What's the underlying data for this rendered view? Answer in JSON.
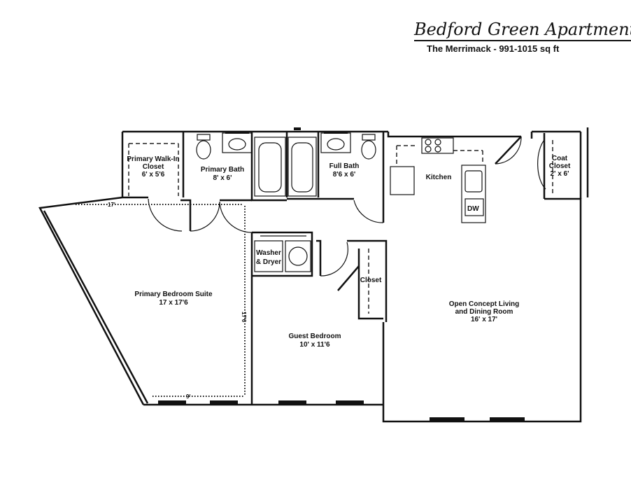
{
  "header": {
    "title": "Bedford Green Apartments",
    "subtitle": "The Merrimack - 991-1015 sq ft"
  },
  "rooms": {
    "walk_in_closet": {
      "name_line1": "Primary Walk-In",
      "name_line2": "Closet",
      "size": "6' x 5'6"
    },
    "primary_bath": {
      "name": "Primary Bath",
      "size": "8' x 6'"
    },
    "full_bath": {
      "name": "Full Bath",
      "size": "8'6 x 6'"
    },
    "kitchen": {
      "name": "Kitchen"
    },
    "coat_closet": {
      "name_line1": "Coat",
      "name_line2": "Closet",
      "size": "2' x 6'"
    },
    "washer_dryer": {
      "name_line1": "Washer",
      "name_line2": "& Dryer"
    },
    "closet": {
      "name": "Closet"
    },
    "primary_bedroom": {
      "name": "Primary Bedroom Suite",
      "size": "17 x 17'6"
    },
    "guest_bedroom": {
      "name": "Guest Bedroom",
      "size": "10' x 11'6"
    },
    "living": {
      "name_line1": "Open Concept Living",
      "name_line2": "and Dining Room",
      "size": "16' x 17'"
    }
  },
  "appliances": {
    "dishwasher": "DW"
  },
  "dimensions": {
    "top": "17'",
    "side": "17'6",
    "bottom": "9'"
  }
}
